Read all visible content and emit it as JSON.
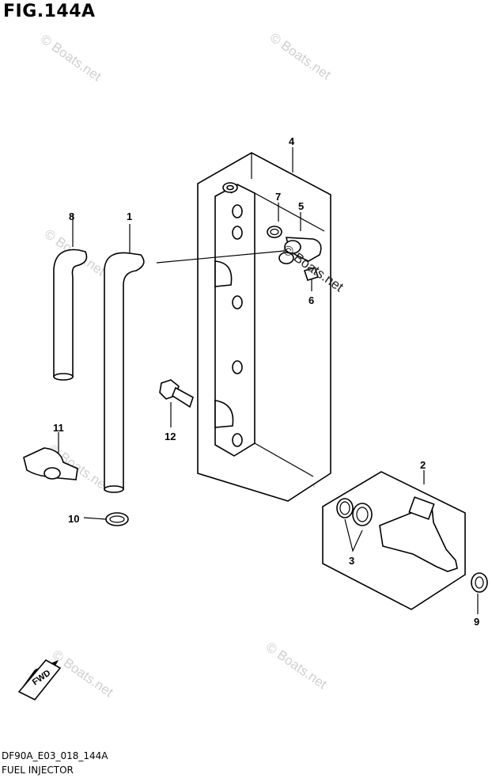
{
  "header": {
    "title": "FIG.144A"
  },
  "footer": {
    "code": "DF90A_E03_018_144A",
    "name": "FUEL INJECTOR"
  },
  "watermark": {
    "text": "© Boats.net"
  },
  "direction_badge": {
    "text": "FWD"
  },
  "callouts": {
    "c1": "1",
    "c2": "2",
    "c3": "3",
    "c4": "4",
    "c5": "5",
    "c6": "6",
    "c7": "7",
    "c8": "8",
    "c9": "9",
    "c10": "10",
    "c11": "11",
    "c12": "12"
  }
}
